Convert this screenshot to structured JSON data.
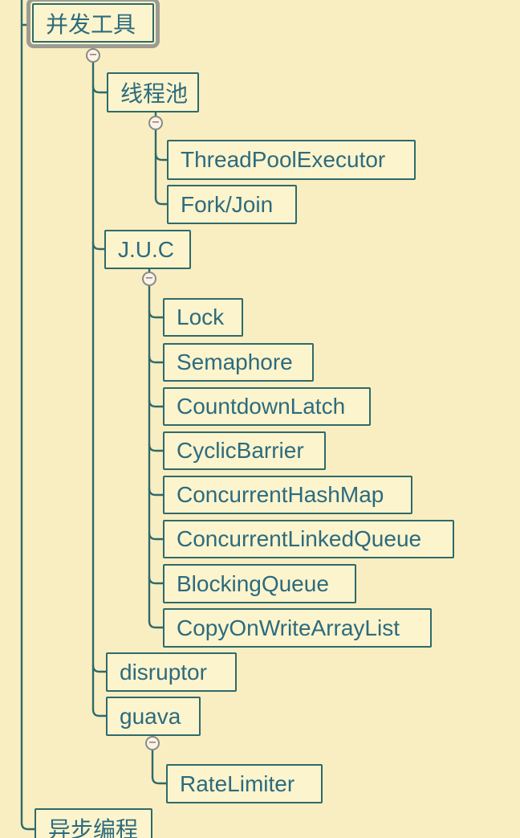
{
  "colors": {
    "background": "#f9eec2",
    "node_fill": "#fcf4cd",
    "node_border": "#2e6a6b",
    "node_text": "#2c6b7e",
    "connector": "#2e6a6b",
    "selection_border": "#9c9b92",
    "collapse_circle_border": "#8a8a84",
    "collapse_minus": "#b0706c"
  },
  "icons": {
    "collapse": "−"
  },
  "nodes": {
    "concurrency_tools": {
      "label": "并发工具",
      "selected": true,
      "collapsed": false
    },
    "thread_pool": {
      "label": "线程池",
      "collapsed": false
    },
    "thread_pool_executor": {
      "label": "ThreadPoolExecutor"
    },
    "fork_join": {
      "label": "Fork/Join"
    },
    "juc": {
      "label": "J.U.C",
      "collapsed": false
    },
    "lock": {
      "label": "Lock"
    },
    "semaphore": {
      "label": "Semaphore"
    },
    "countdown_latch": {
      "label": "CountdownLatch"
    },
    "cyclic_barrier": {
      "label": "CyclicBarrier"
    },
    "concurrent_hashmap": {
      "label": "ConcurrentHashMap"
    },
    "concurrent_linked_queue": {
      "label": "ConcurrentLinkedQueue"
    },
    "blocking_queue": {
      "label": "BlockingQueue"
    },
    "copy_on_write_arraylist": {
      "label": "CopyOnWriteArrayList"
    },
    "disruptor": {
      "label": "disruptor"
    },
    "guava": {
      "label": "guava",
      "collapsed": false
    },
    "rate_limiter": {
      "label": "RateLimiter"
    },
    "async_programming": {
      "label": "异步编程"
    }
  },
  "hierarchy": {
    "concurrency_tools": [
      "thread_pool",
      "juc",
      "disruptor",
      "guava"
    ],
    "thread_pool": [
      "thread_pool_executor",
      "fork_join"
    ],
    "juc": [
      "lock",
      "semaphore",
      "countdown_latch",
      "cyclic_barrier",
      "concurrent_hashmap",
      "concurrent_linked_queue",
      "blocking_queue",
      "copy_on_write_arraylist"
    ],
    "guava": [
      "rate_limiter"
    ],
    "siblings_of_concurrency_tools": [
      "async_programming"
    ]
  }
}
